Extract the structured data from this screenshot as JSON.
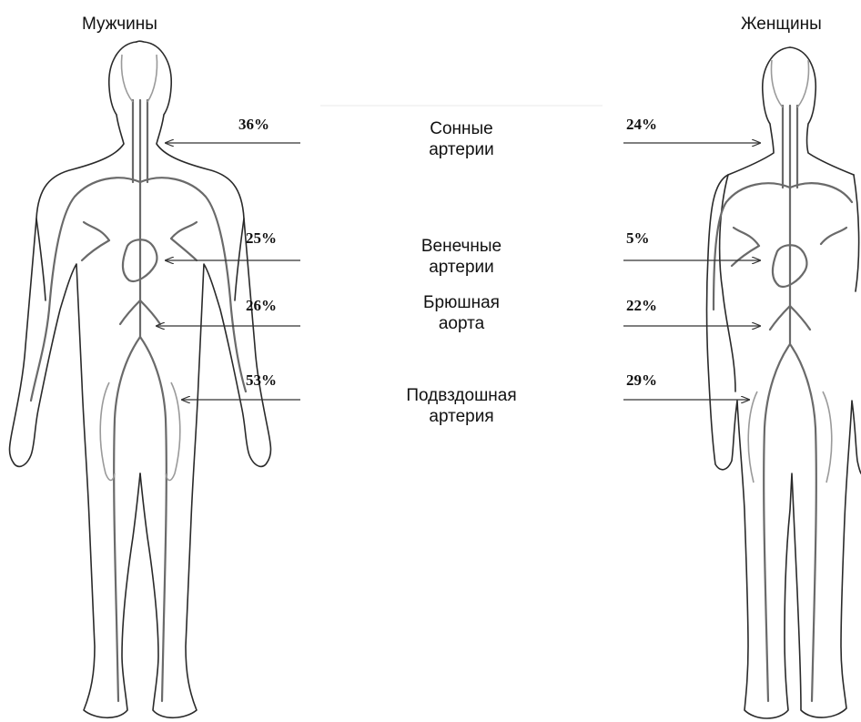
{
  "headers": {
    "men": "Мужчины",
    "women": "Женщины"
  },
  "labels": [
    {
      "line1": "Сонные",
      "line2": "артерии"
    },
    {
      "line1": "Венечные",
      "line2": "артерии"
    },
    {
      "line1": "Брюшная",
      "line2": "аорта"
    },
    {
      "line1": "Подвздошная",
      "line2": "артерия"
    }
  ],
  "men_percent": [
    "36%",
    "25%",
    "26%",
    "53%"
  ],
  "women_percent": [
    "24%",
    "5%",
    "22%",
    "29%"
  ]
}
